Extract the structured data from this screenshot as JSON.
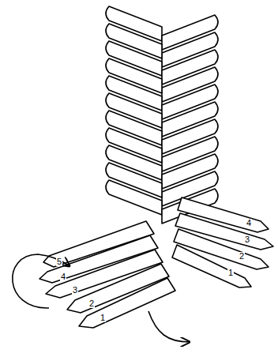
{
  "diagram": {
    "labels": [
      "5",
      "4",
      "3",
      "2",
      "1",
      "4",
      "3",
      "2",
      "1"
    ]
  }
}
